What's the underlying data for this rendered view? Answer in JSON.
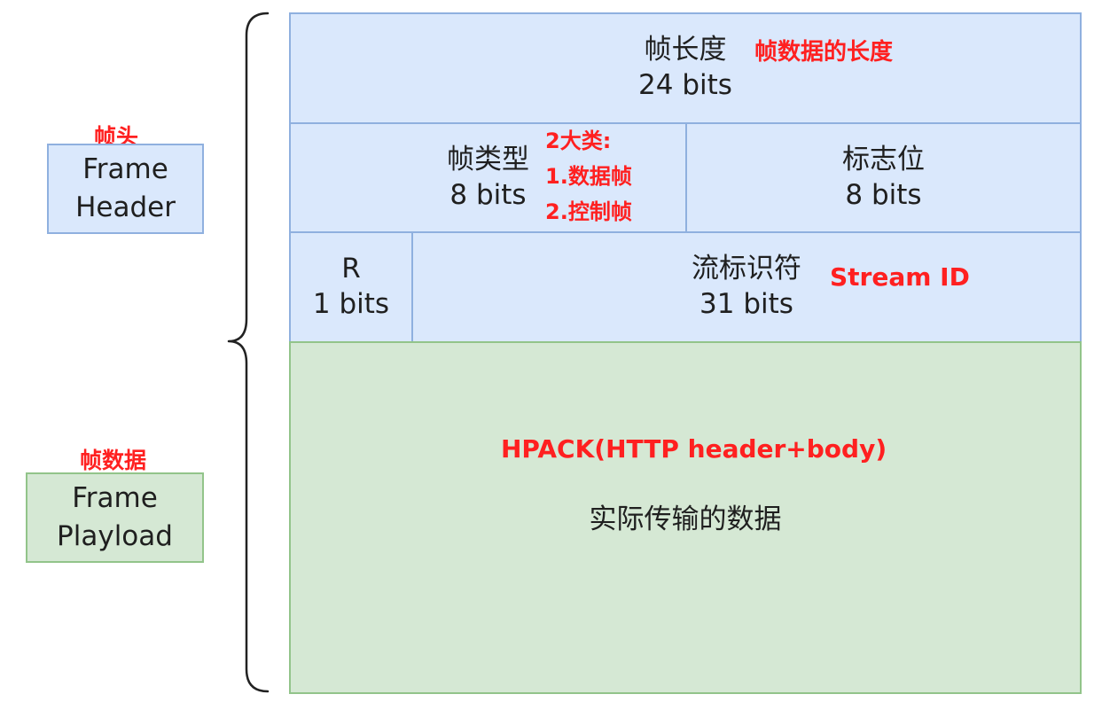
{
  "header": {
    "side_label": "帧头",
    "side_box_lines": [
      "Frame",
      "Header"
    ],
    "length_field": {
      "name": "帧长度",
      "bits": "24 bits",
      "note": "帧数据的长度"
    },
    "type_field": {
      "name": "帧类型",
      "bits": "8 bits",
      "note_lines": [
        "2大类:",
        "1.数据帧",
        "2.控制帧"
      ]
    },
    "flags_field": {
      "name": "标志位",
      "bits": "8 bits"
    },
    "reserved_field": {
      "name": "R",
      "bits": "1 bits"
    },
    "stream_field": {
      "name": "流标识符",
      "bits": "31 bits",
      "note": "Stream ID"
    }
  },
  "payload": {
    "side_label": "帧数据",
    "side_box_lines": [
      "Frame",
      "Playload"
    ],
    "note": "HPACK(HTTP header+body)",
    "description": "实际传输的数据"
  },
  "colors": {
    "header_fill": "#dae8fc",
    "header_stroke": "#8fb0df",
    "payload_fill": "#d5e8d4",
    "payload_stroke": "#92c48a",
    "annotation": "#ff2020"
  }
}
